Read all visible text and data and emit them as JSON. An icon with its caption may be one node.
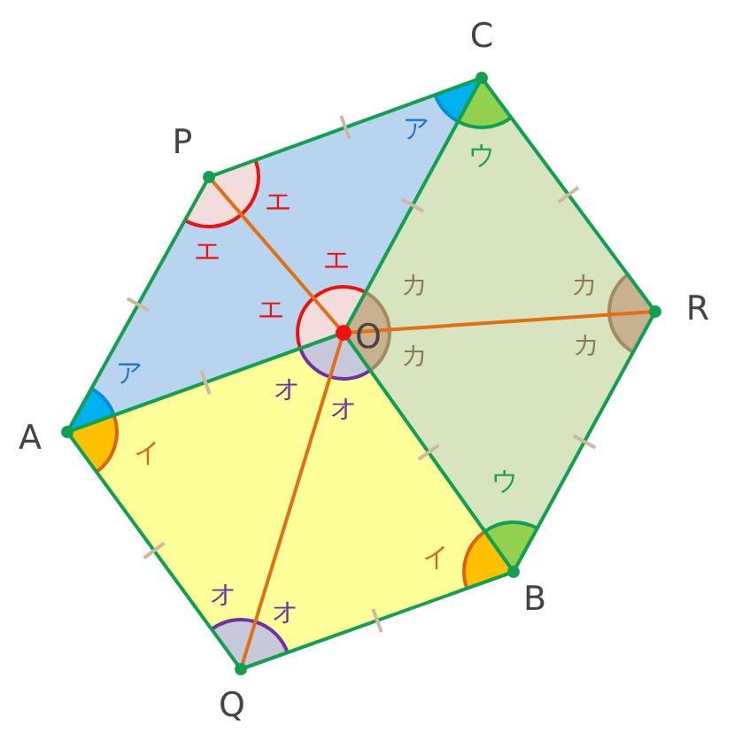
{
  "diagram": {
    "labels": [
      "C",
      "P",
      "ア",
      "ウ",
      "エ",
      "エ",
      "エ",
      "カ",
      "カ",
      "R",
      "エ",
      "O",
      "カ",
      "カ",
      "ア",
      "オ",
      "オ",
      "A",
      "イ",
      "ウ",
      "イ",
      "B",
      "オ",
      "オ",
      "Q"
    ]
  }
}
